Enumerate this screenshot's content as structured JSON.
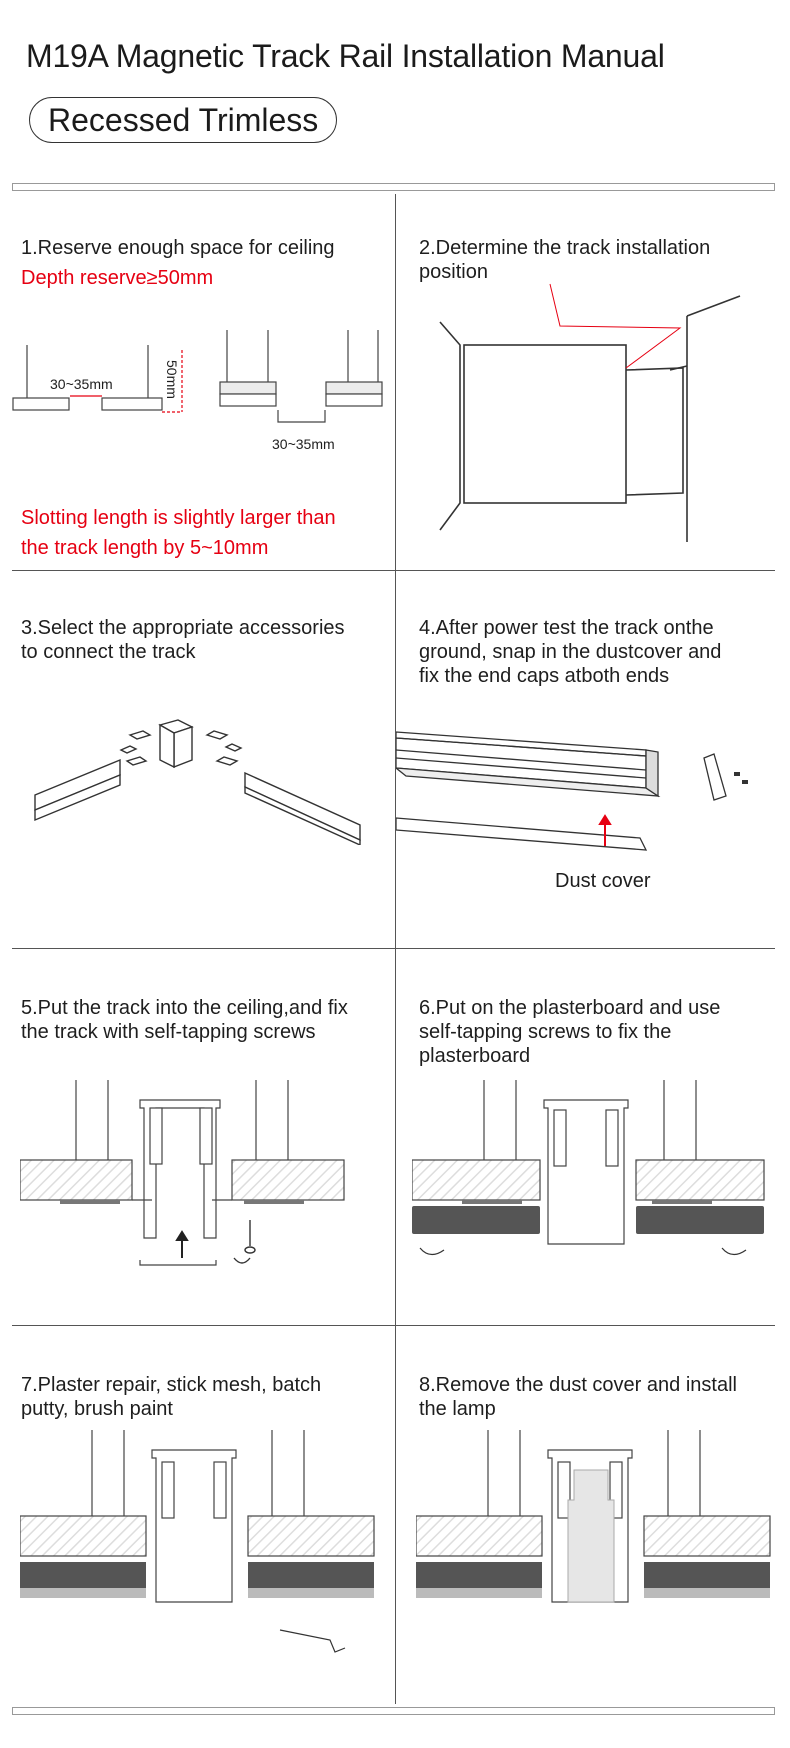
{
  "header": {
    "title": "M19A Magnetic Track Rail Installation Manual",
    "subtitle": "Recessed Trimless"
  },
  "steps": [
    {
      "text": "1.Reserve enough space for ceiling",
      "sub": "Depth reserve≥50mm",
      "dim_gap": "30~35mm",
      "dim_depth": "50mm",
      "dim_gap2": "30~35mm",
      "note_line1": "Slotting length is slightly larger than",
      "note_line2": "the track length by 5~10mm"
    },
    {
      "text_line1": "2.Determine the track installation",
      "text_line2": "position"
    },
    {
      "text_line1": "3.Select the appropriate accessories",
      "text_line2": " to connect the track"
    },
    {
      "text_line1": "4.After power test the track onthe",
      "text_line2": "ground, snap in the dustcover and",
      "text_line3": "fix the end caps atboth ends",
      "label": "Dust cover"
    },
    {
      "text_line1": "5.Put the track into the ceiling,and fix",
      "text_line2": "the track with self-tapping screws"
    },
    {
      "text_line1": "6.Put on the plasterboard and use",
      "text_line2": "self-tapping screws to fix the",
      "text_line3": "plasterboard"
    },
    {
      "text_line1": "7.Plaster repair, stick mesh, batch",
      "text_line2": "putty, brush paint"
    },
    {
      "text_line1": "8.Remove the dust cover and install",
      "text_line2": "the lamp"
    }
  ],
  "colors": {
    "accent_red": "#e60012",
    "board_dark": "#555555",
    "line": "#555555"
  }
}
